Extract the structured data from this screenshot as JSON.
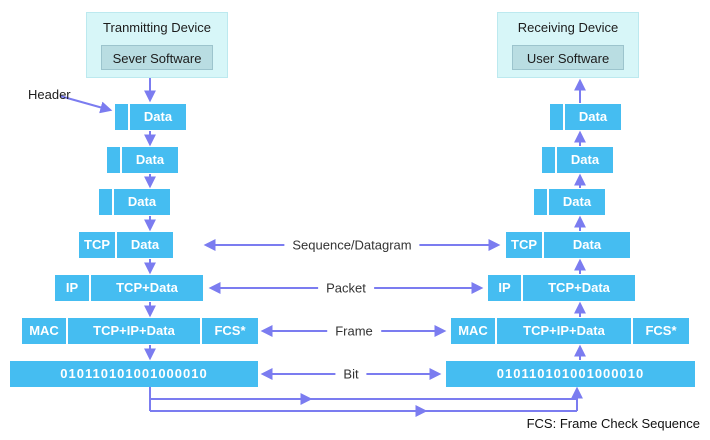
{
  "colors": {
    "segment_blue": "#45BDF1",
    "arrow_purple": "#7B7CF0",
    "device_bg": "#D7F6F8",
    "software_bg": "#B9DDE2"
  },
  "devices": {
    "left": {
      "title": "Tranmitting Device",
      "software": "Sever Software"
    },
    "right": {
      "title": "Receiving Device",
      "software": "User Software"
    }
  },
  "labels": {
    "header": "Header",
    "sequence": "Sequence/Datagram",
    "packet": "Packet",
    "frame": "Frame",
    "bit": "Bit",
    "footnote": "FCS: Frame Check Sequence"
  },
  "segments": {
    "data": "Data",
    "tcp": "TCP",
    "ip": "IP",
    "tcp_data": "TCP+Data",
    "mac": "MAC",
    "tcp_ip_data": "TCP+IP+Data",
    "fcs": "FCS*",
    "bits": "010110101001000010"
  }
}
